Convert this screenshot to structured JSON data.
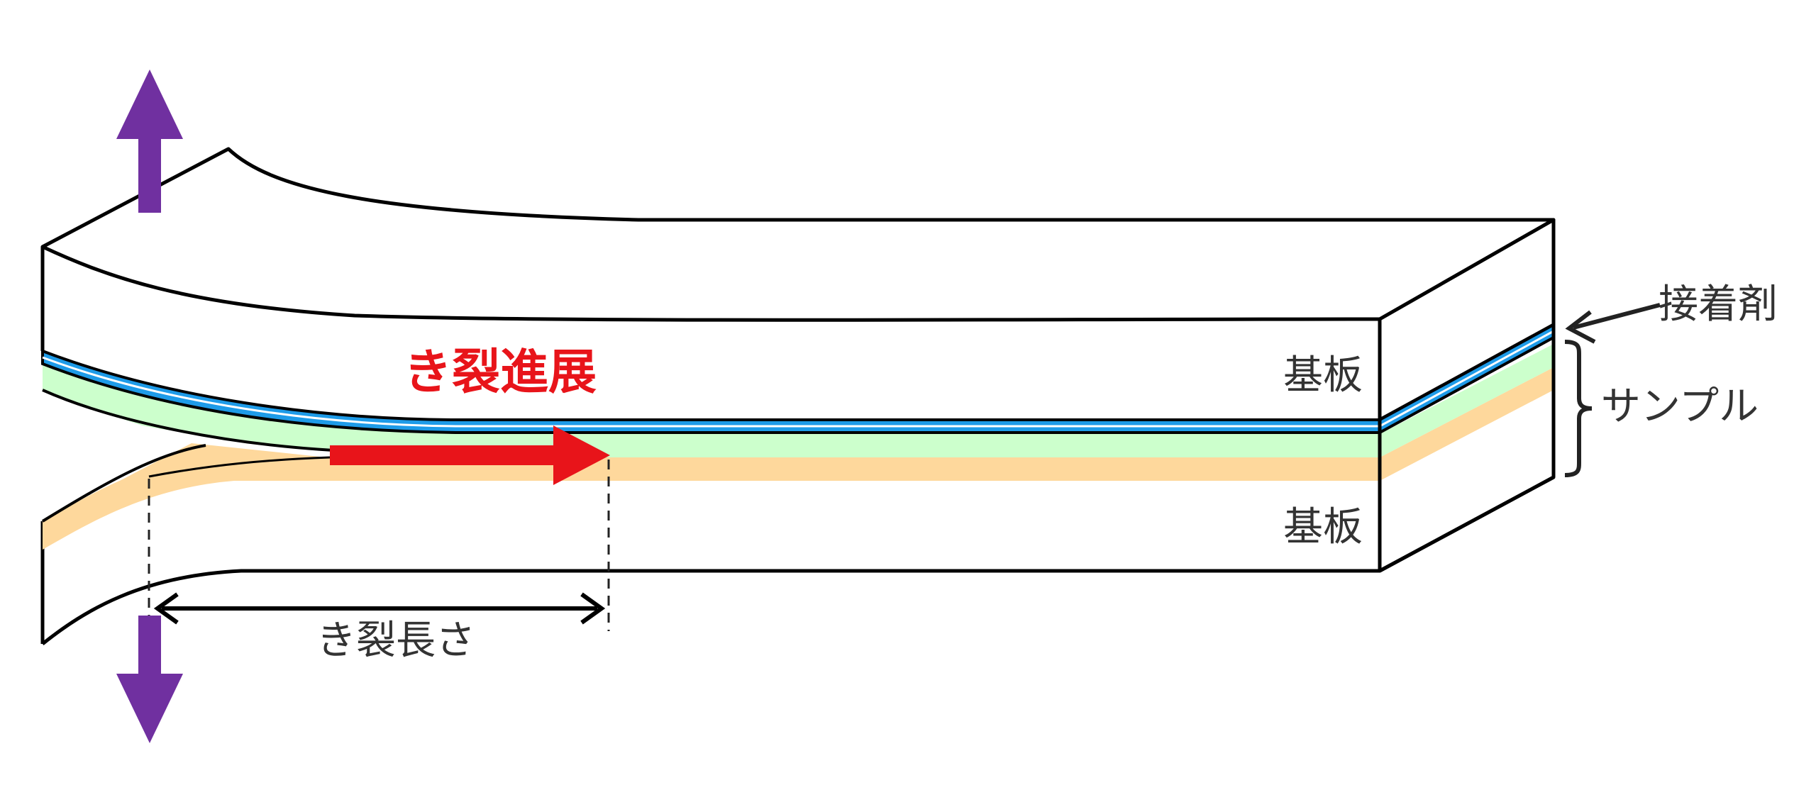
{
  "labels": {
    "crack_growth": "き裂進展",
    "substrate_top": "基板",
    "substrate_bottom": "基板",
    "adhesive": "接着剤",
    "sample": "サンプル",
    "crack_length": "き裂長さ"
  },
  "colors": {
    "load_arrow": "#7030a0",
    "crack_arrow": "#e8141a",
    "crack_text": "#e8141a",
    "adhesive_blue": "#1e9be8",
    "sample_green": "#ccffcc",
    "sample_orange": "#fed89c",
    "outline": "#000000",
    "text": "#333333"
  }
}
